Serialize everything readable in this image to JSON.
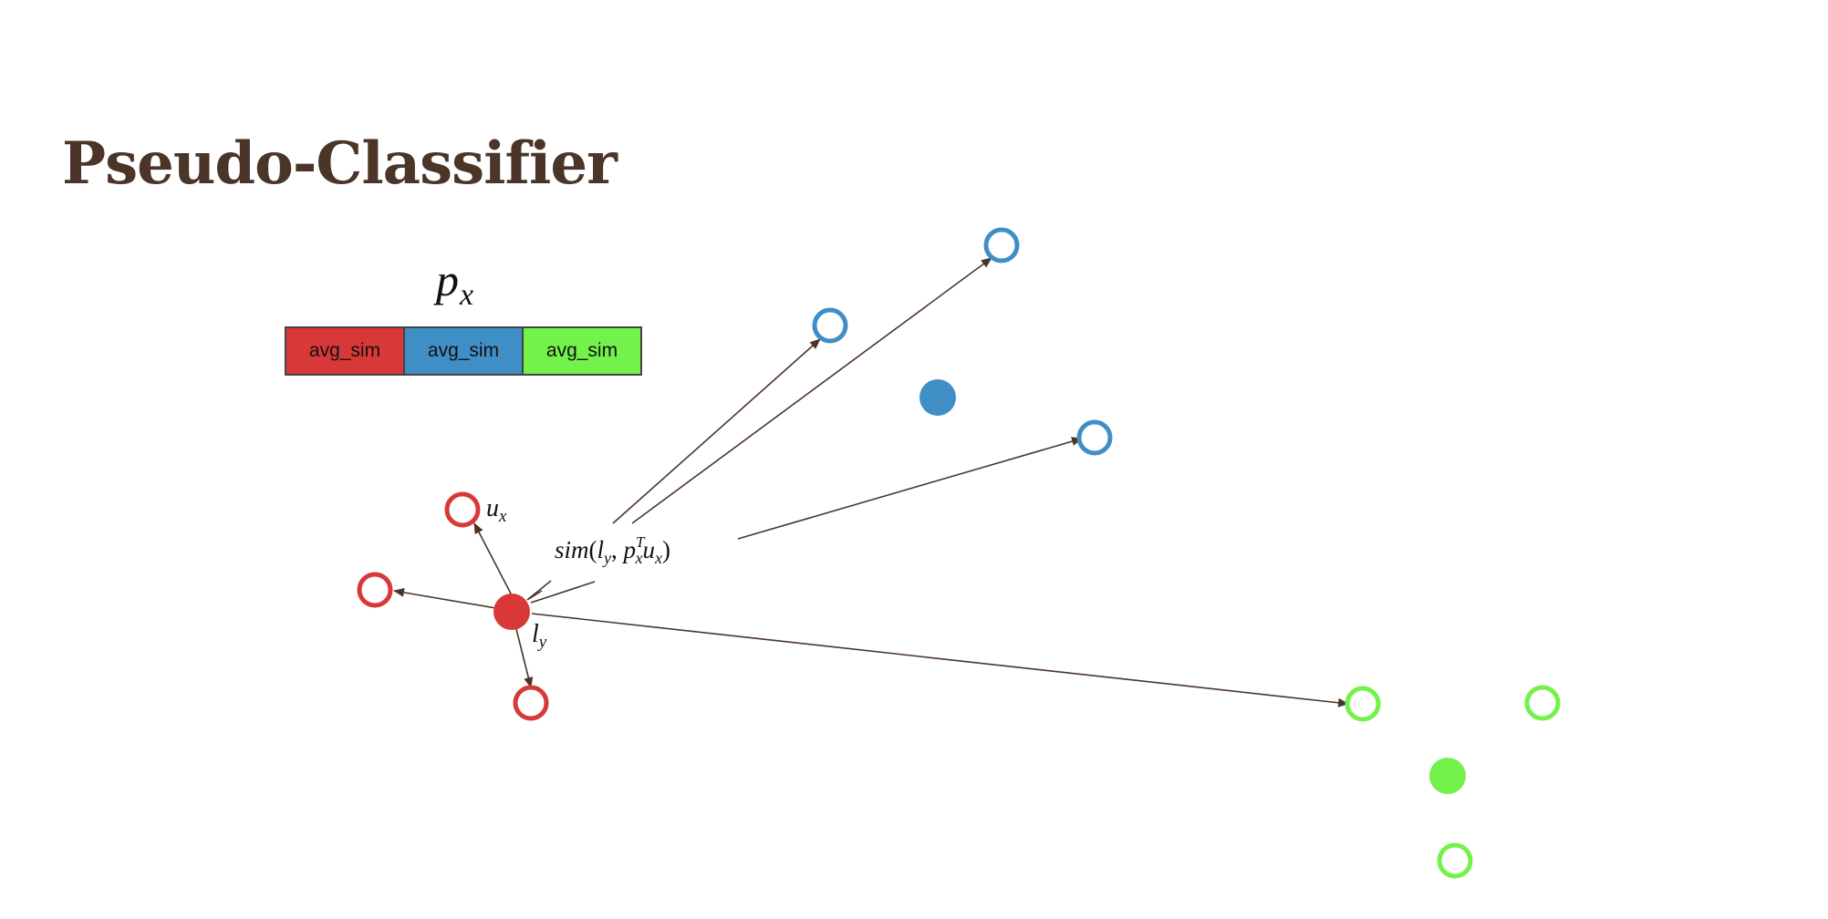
{
  "slide": {
    "title": "Pseudo-Classifier"
  },
  "vector": {
    "name": "p",
    "subscript": "x",
    "cells": [
      {
        "label": "avg_sim",
        "color": "#d93838"
      },
      {
        "label": "avg_sim",
        "color": "#3f8fc6"
      },
      {
        "label": "avg_sim",
        "color": "#72f24a"
      }
    ]
  },
  "labels": {
    "u_var": "u",
    "u_sub": "x",
    "l_var": "l",
    "l_sub": "y",
    "sim_fn": "sim",
    "sim_open": "(",
    "sim_l": "l",
    "sim_l_sub": "y",
    "sim_comma": ", ",
    "sim_p": "p",
    "sim_p_sup": "T",
    "sim_p_sub": "x",
    "sim_u": "u",
    "sim_u_sub": "x",
    "sim_close": ")"
  },
  "colors": {
    "red": "#d93838",
    "blue": "#3f8fc6",
    "green": "#72f24a",
    "arrow": "#4a3528"
  }
}
